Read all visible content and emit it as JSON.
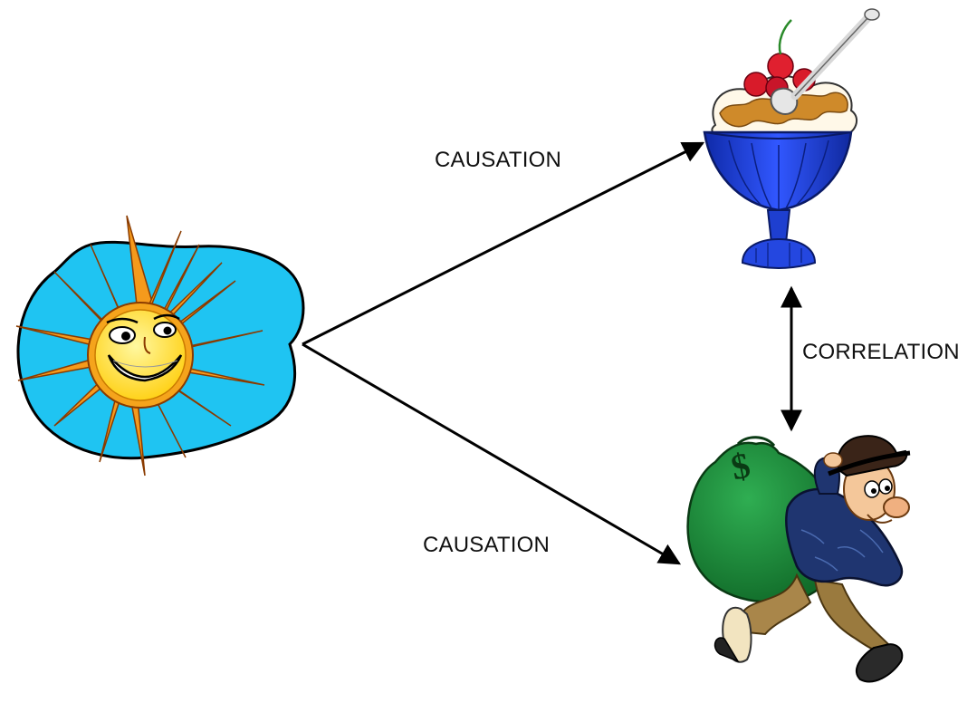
{
  "labels": {
    "causation_top": "CAUSATION",
    "causation_bottom": "CAUSATION",
    "correlation": "CORRELATION"
  },
  "illustrations": {
    "cause": "sun-icon",
    "effect_one": "ice-cream-sundae-icon",
    "effect_two": "robber-with-money-bag-icon"
  },
  "colors": {
    "arrow": "#000000",
    "sky": "#1fc4f2",
    "sun_rays": "#f59a1c",
    "sun_face": "#ffe93a",
    "bowl": "#1e3fd0",
    "money_bag": "#1f8a3c",
    "robber_shirt": "#1f3570",
    "robber_pants": "#a9864a"
  }
}
